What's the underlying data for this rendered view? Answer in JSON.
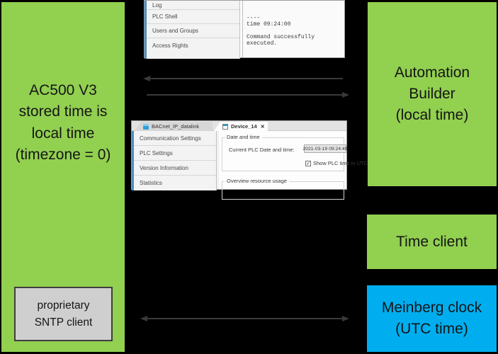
{
  "colors": {
    "green": "#92D050",
    "blue": "#00AEEF",
    "gray_box": "#CFCFCF",
    "arrow": "#3A3A3A"
  },
  "left_panel": {
    "title": "AC500 V3\nstored time is\nlocal time\n(timezone = 0)",
    "sntp_client_label": "proprietary\nSNTP client"
  },
  "right_boxes": {
    "automation_builder": "Automation\nBuilder\n(local time)",
    "time_client": "Time client",
    "meinberg_clock": "Meinberg clock\n(UTC time)"
  },
  "plc_shell_inset": {
    "sidebar_items": [
      "Log",
      "PLC Shell",
      "Users and Groups",
      "Access Rights"
    ],
    "output_lines": [
      "----",
      "time 09:24:00",
      "",
      "Command successfully executed."
    ]
  },
  "device_inset": {
    "tabs": [
      {
        "label": "BACnet_IP_datalink"
      },
      {
        "label": "Device_14",
        "close": "✕"
      }
    ],
    "sidebar_items": [
      "Communication Settings",
      "PLC Settings",
      "Version Information",
      "Statistics"
    ],
    "content": {
      "group1_title": "Date and time",
      "datetime_label": "Current PLC Date and time:",
      "datetime_value": "2021-03-19 09:24:49",
      "utc_checkbox_label": "Show PLC time in UTC",
      "utc_checkbox_mark": "✓",
      "group2_title": "Overview resource usage"
    }
  }
}
